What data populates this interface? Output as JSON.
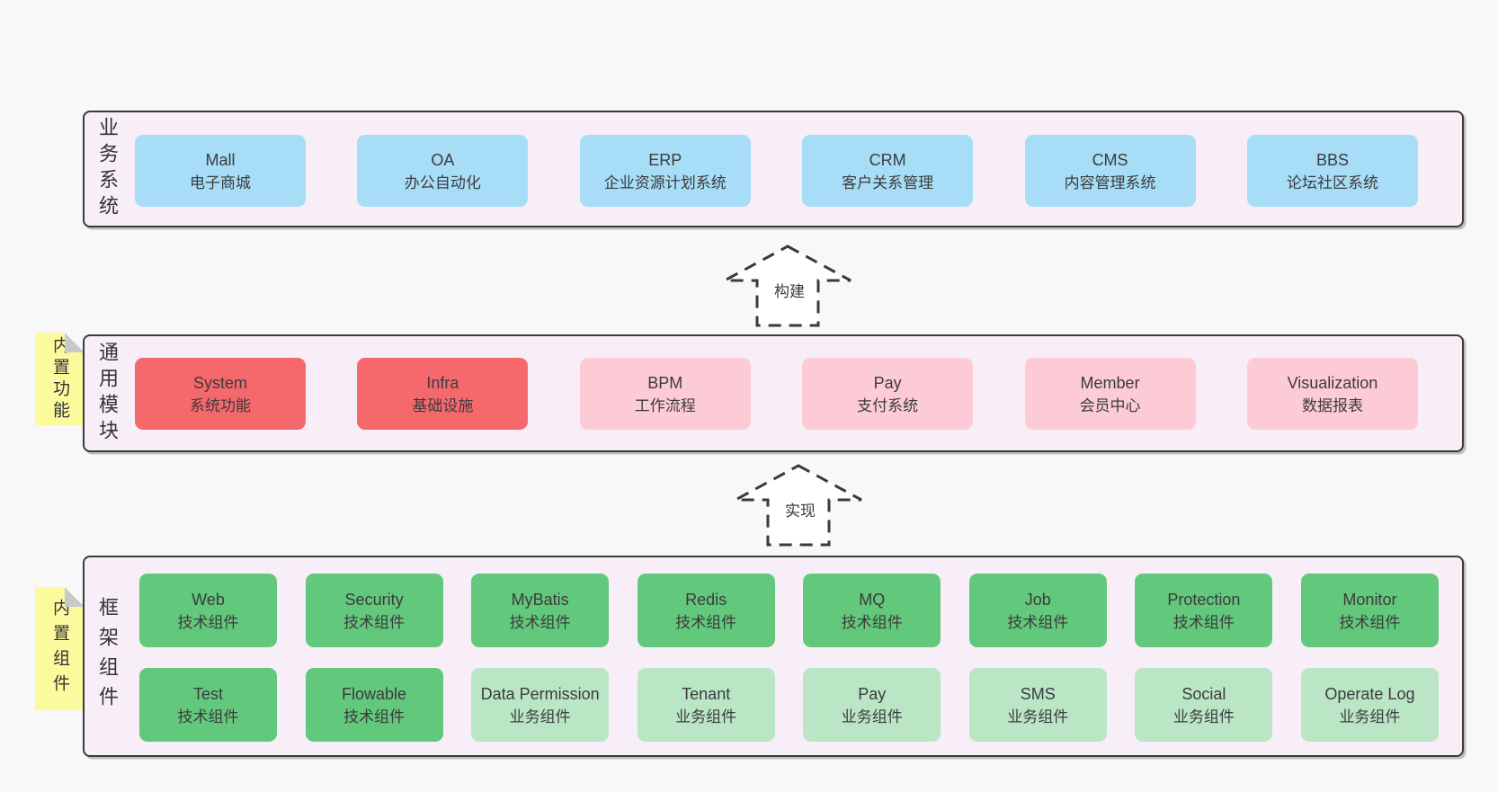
{
  "colors": {
    "page_bg": "#f8f8f8",
    "panel_bg": "#f8eef7",
    "panel_border": "#3a3a3a",
    "blue": "#a7ddf6",
    "red": "#f5696d",
    "pink": "#fccbd5",
    "green": "#62c87b",
    "light_green": "#bae6c5",
    "yellow": "#fbfa9d",
    "text": "#3b3b3e"
  },
  "arrows": {
    "build": "构建",
    "implement": "实现"
  },
  "layers": {
    "business": {
      "label": "业务系统",
      "boxes": [
        {
          "title": "Mall",
          "subtitle": "电子商城",
          "variant": "blue"
        },
        {
          "title": "OA",
          "subtitle": "办公自动化",
          "variant": "blue"
        },
        {
          "title": "ERP",
          "subtitle": "企业资源计划系统",
          "variant": "blue"
        },
        {
          "title": "CRM",
          "subtitle": "客户关系管理",
          "variant": "blue"
        },
        {
          "title": "CMS",
          "subtitle": "内容管理系统",
          "variant": "blue"
        },
        {
          "title": "BBS",
          "subtitle": "论坛社区系统",
          "variant": "blue"
        }
      ]
    },
    "modules": {
      "label": "通用模块",
      "note": "内置功能",
      "boxes": [
        {
          "title": "System",
          "subtitle": "系统功能",
          "variant": "red"
        },
        {
          "title": "Infra",
          "subtitle": "基础设施",
          "variant": "red"
        },
        {
          "title": "BPM",
          "subtitle": "工作流程",
          "variant": "pink"
        },
        {
          "title": "Pay",
          "subtitle": "支付系统",
          "variant": "pink"
        },
        {
          "title": "Member",
          "subtitle": "会员中心",
          "variant": "pink"
        },
        {
          "title": "Visualization",
          "subtitle": "数据报表",
          "variant": "pink"
        }
      ]
    },
    "components": {
      "label": "框架组件",
      "note": "内置组件",
      "row1": [
        {
          "title": "Web",
          "subtitle": "技术组件",
          "variant": "green"
        },
        {
          "title": "Security",
          "subtitle": "技术组件",
          "variant": "green"
        },
        {
          "title": "MyBatis",
          "subtitle": "技术组件",
          "variant": "green"
        },
        {
          "title": "Redis",
          "subtitle": "技术组件",
          "variant": "green"
        },
        {
          "title": "MQ",
          "subtitle": "技术组件",
          "variant": "green"
        },
        {
          "title": "Job",
          "subtitle": "技术组件",
          "variant": "green"
        },
        {
          "title": "Protection",
          "subtitle": "技术组件",
          "variant": "green"
        },
        {
          "title": "Monitor",
          "subtitle": "技术组件",
          "variant": "green"
        }
      ],
      "row2": [
        {
          "title": "Test",
          "subtitle": "技术组件",
          "variant": "green"
        },
        {
          "title": "Flowable",
          "subtitle": "技术组件",
          "variant": "green"
        },
        {
          "title": "Data Permission",
          "subtitle": "业务组件",
          "variant": "light_green"
        },
        {
          "title": "Tenant",
          "subtitle": "业务组件",
          "variant": "light_green"
        },
        {
          "title": "Pay",
          "subtitle": "业务组件",
          "variant": "light_green"
        },
        {
          "title": "SMS",
          "subtitle": "业务组件",
          "variant": "light_green"
        },
        {
          "title": "Social",
          "subtitle": "业务组件",
          "variant": "light_green"
        },
        {
          "title": "Operate Log",
          "subtitle": "业务组件",
          "variant": "light_green"
        }
      ]
    }
  }
}
